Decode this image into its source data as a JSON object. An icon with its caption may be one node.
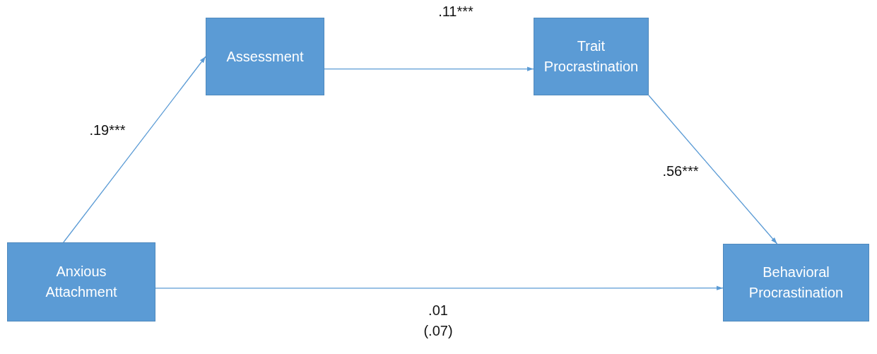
{
  "diagram": {
    "nodes": [
      {
        "text": [
          "Anxious Attachment"
        ]
      },
      {
        "text": [
          "Assessment"
        ]
      },
      {
        "text": [
          "Trait Procrastination"
        ]
      },
      {
        "text": [
          "Behavioral Procrastination"
        ]
      }
    ],
    "edges": [
      {
        "from": 0,
        "to": 1,
        "arrow": "to",
        "label": ".19***"
      },
      {
        "from": 1,
        "to": 2,
        "arrow": "to",
        "label": ".11***"
      },
      {
        "from": 2,
        "to": 3,
        "arrow": "to",
        "label": ".56***"
      },
      {
        "from": 0,
        "to": 3,
        "arrow": "to",
        "label": ".01 (.07)"
      }
    ]
  }
}
